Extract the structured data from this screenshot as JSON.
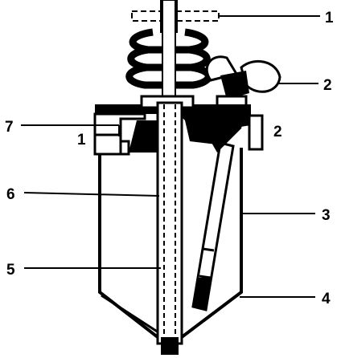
{
  "callouts": [
    {
      "id": "1",
      "text": "1"
    },
    {
      "id": "2",
      "text": "2"
    },
    {
      "id": "3",
      "text": "3"
    },
    {
      "id": "4",
      "text": "4"
    },
    {
      "id": "5",
      "text": "5"
    },
    {
      "id": "6",
      "text": "6"
    },
    {
      "id": "7",
      "text": "7"
    }
  ],
  "inner_labels": [
    {
      "id": "inner-1",
      "text": "1"
    },
    {
      "id": "inner-2",
      "text": "2"
    }
  ],
  "colors": {
    "ink": "#000000",
    "paper": "#ffffff"
  }
}
